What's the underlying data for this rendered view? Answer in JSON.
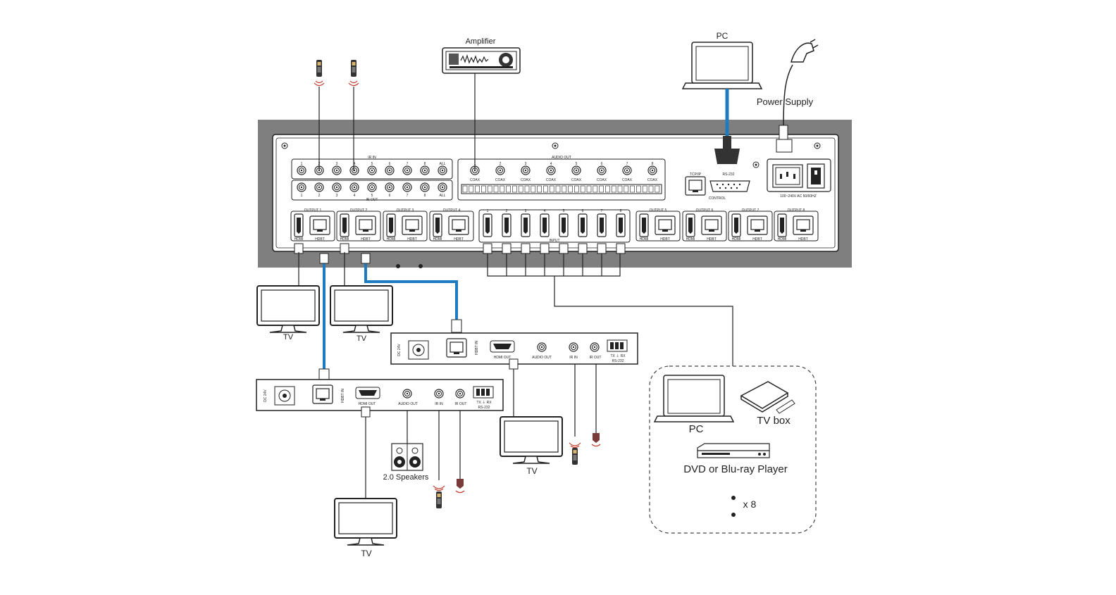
{
  "labels": {
    "amplifier": "Amplifier",
    "pc_top": "PC",
    "power_supply": "Power Supply",
    "tv": "TV",
    "speakers": "2.0 Speakers",
    "pc_source": "PC",
    "tv_box": "TV box",
    "dvd": "DVD or Blu-ray Player",
    "count": "x 8"
  },
  "panel": {
    "ir_in": "IR IN",
    "ir_out": "IR OUT",
    "audio_out": "AUDIO OUT",
    "coax": "COAX",
    "input": "INPUT",
    "tcpip": "TCP/IP",
    "rs232": "RS-232",
    "control": "CONTROL",
    "power_rating": "100~240V AC 50/60HZ",
    "hdmi": "HDMI",
    "hdbt": "HDBT",
    "all": "ALL",
    "outputs": [
      "OUTPUT 1",
      "OUTPUT 2",
      "OUTPUT 3",
      "OUTPUT 4",
      "OUTPUT 5",
      "OUTPUT 6",
      "OUTPUT 7",
      "OUTPUT 8"
    ],
    "numbers": [
      "1",
      "2",
      "3",
      "4",
      "5",
      "6",
      "7",
      "8"
    ]
  },
  "receiver": {
    "dc": "DC 24V",
    "hdbt_in": "HDBT IN",
    "hdmi_out": "HDMI OUT",
    "audio_out": "AUDIO OUT",
    "ir_in": "IR IN",
    "ir_out": "IR OUT",
    "tx_rx": "TX ⏚ RX",
    "rs232": "RS-232"
  }
}
